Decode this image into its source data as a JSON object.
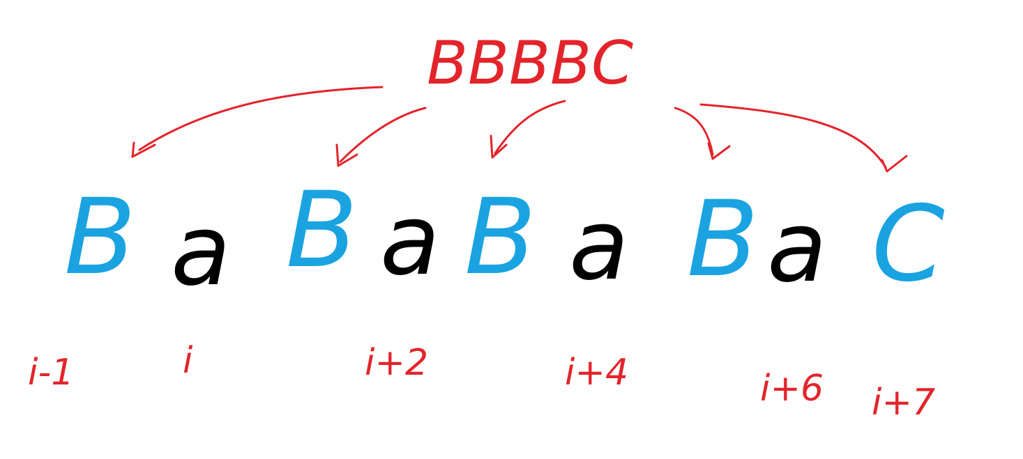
{
  "colors": {
    "annotation": "#e3242b",
    "inserted_letter": "#1aa3e0",
    "original_letter": "#000000",
    "background": "#ffffff"
  },
  "source_string": "BBBBC",
  "result_sequence": [
    {
      "char": "B",
      "role": "inserted"
    },
    {
      "char": "a",
      "role": "original"
    },
    {
      "char": "B",
      "role": "inserted"
    },
    {
      "char": "a",
      "role": "original"
    },
    {
      "char": "B",
      "role": "inserted"
    },
    {
      "char": "a",
      "role": "original"
    },
    {
      "char": "B",
      "role": "inserted"
    },
    {
      "char": "a",
      "role": "original"
    },
    {
      "char": "C",
      "role": "inserted"
    }
  ],
  "index_labels": [
    "i-1",
    "i",
    "i+2",
    "i+4",
    "i+6",
    "i+7"
  ],
  "arrows": [
    "arrow-to-slot-1",
    "arrow-to-slot-2",
    "arrow-to-slot-3",
    "arrow-to-slot-4",
    "arrow-to-slot-5"
  ]
}
